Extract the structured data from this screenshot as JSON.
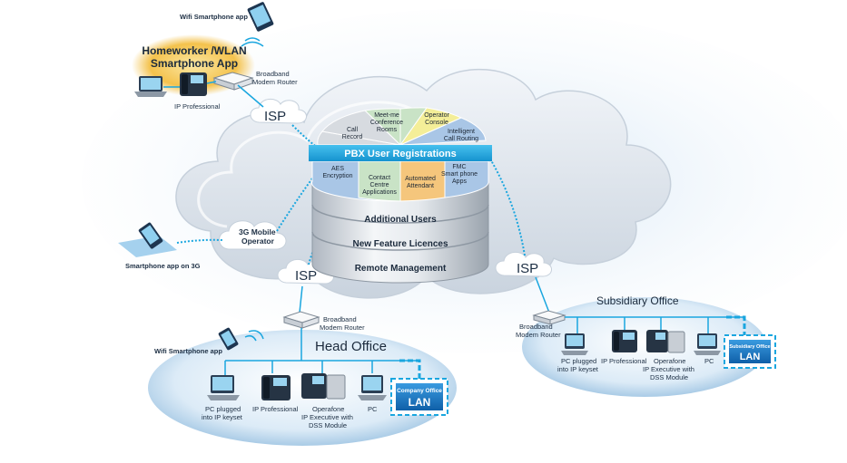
{
  "colors": {
    "accent": "#1aa6df",
    "sky": "#d9eaf7",
    "cloud": "#e8edf3",
    "homeworker_glow": "#f3c24a",
    "segment_yellow": "#f4ee98",
    "segment_blue": "#a9c6e6",
    "segment_green": "#c9e3c6",
    "segment_orange": "#f5c67c",
    "segment_grey": "#d7dbe0"
  },
  "labels": {
    "wifi_app_top": "Wifi Smartphone app",
    "homeworker_line1": "Homeworker /WLAN",
    "homeworker_line2": "Smartphone App",
    "broadband_top_1": "Broadband",
    "broadband_top_2": "Modem Router",
    "ip_professional_top": "IP Professional",
    "isp_top": "ISP",
    "mobile_operator_1": "3G Mobile",
    "mobile_operator_2": "Operator",
    "smartphone_3g": "Smartphone app on 3G",
    "isp_bottom": "ISP",
    "isp_right": "ISP",
    "broadband_head_1": "Broadband",
    "broadband_head_2": "Modem Router",
    "wifi_app_head": "Wifi Smartphone app",
    "head_office": "Head Office",
    "pc_keyset_1": "PC plugged",
    "pc_keyset_2": "into IP keyset",
    "ip_professional_head": "IP Professional",
    "operafone_1": "Operafone",
    "operafone_2": "IP Executive with",
    "operafone_3": "DSS Module",
    "pc_head": "PC",
    "company_lan_1": "Company Office",
    "company_lan_2": "LAN",
    "subsidiary_office": "Subsidiary Office",
    "broadband_sub_1": "Broadband",
    "broadband_sub_2": "Modem Router",
    "pc_keyset_sub_1": "PC plugged",
    "pc_keyset_sub_2": "into IP keyset",
    "ip_professional_sub": "IP Professional",
    "operafone_sub_1": "Operafone",
    "operafone_sub_2": "IP Executive with",
    "operafone_sub_3": "DSS Module",
    "pc_sub": "PC",
    "subsidiary_lan_1": "Subsidiary Office",
    "subsidiary_lan_2": "LAN"
  },
  "pbx": {
    "band": "PBX User Registrations",
    "top_segments": {
      "call_record_1": "Call",
      "call_record_2": "Record",
      "meetme_1": "Meet-me",
      "meetme_2": "Conference",
      "meetme_3": "Rooms",
      "operator_1": "Operator",
      "operator_2": "Console",
      "routing_1": "Intelligent",
      "routing_2": "Call Routing"
    },
    "bottom_segments": {
      "aes_1": "AES",
      "aes_2": "Encryption",
      "contact_1": "Contact",
      "contact_2": "Centre",
      "contact_3": "Applications",
      "attendant_1": "Automated",
      "attendant_2": "Attendant",
      "fmc_1": "FMC",
      "fmc_2": "Smart phone",
      "fmc_3": "Apps"
    },
    "layers": [
      "Additional Users",
      "New Feature Licences",
      "Remote Management"
    ]
  }
}
